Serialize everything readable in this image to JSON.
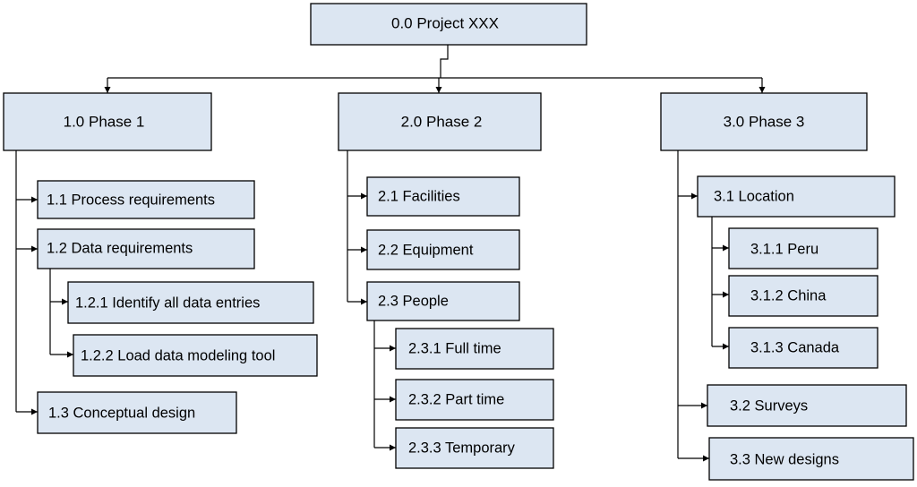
{
  "wbs": {
    "root": "0.0 Project XXX",
    "phases": [
      {
        "label": "1.0 Phase 1",
        "items": [
          {
            "label": "1.1 Process requirements"
          },
          {
            "label": "1.2 Data requirements",
            "children": [
              {
                "label": "1.2.1 Identify all data entries"
              },
              {
                "label": "1.2.2 Load data modeling tool"
              }
            ]
          },
          {
            "label": "1.3 Conceptual design"
          }
        ]
      },
      {
        "label": "2.0 Phase 2",
        "items": [
          {
            "label": "2.1 Facilities"
          },
          {
            "label": "2.2 Equipment"
          },
          {
            "label": "2.3 People",
            "children": [
              {
                "label": "2.3.1 Full time"
              },
              {
                "label": "2.3.2 Part time"
              },
              {
                "label": "2.3.3 Temporary"
              }
            ]
          }
        ]
      },
      {
        "label": "3.0 Phase 3",
        "items": [
          {
            "label": "3.1 Location",
            "children": [
              {
                "label": "3.1.1 Peru"
              },
              {
                "label": "3.1.2 China"
              },
              {
                "label": "3.1.3 Canada"
              }
            ]
          },
          {
            "label": "3.2 Surveys"
          },
          {
            "label": "3.3 New designs"
          }
        ]
      }
    ]
  },
  "colors": {
    "box_fill": "#dce6f2",
    "box_border": "#000000",
    "connector": "#000000",
    "background": "#ffffff"
  }
}
